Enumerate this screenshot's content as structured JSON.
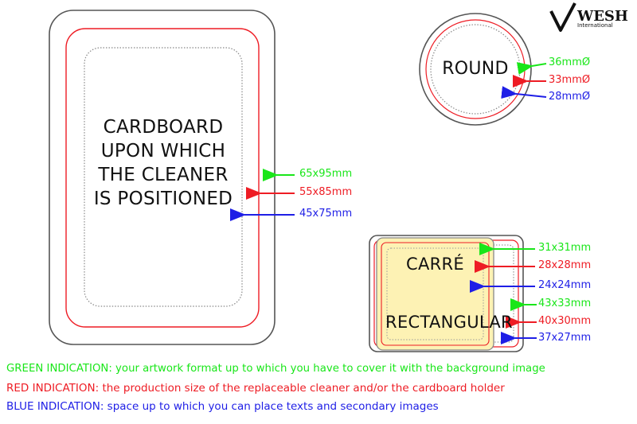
{
  "logo": {
    "name": "WESH",
    "sub": "International"
  },
  "colors": {
    "green": "#19e619",
    "red": "#ee1c24",
    "blue": "#1e1ee6"
  },
  "rect_card": {
    "label_lines": [
      "CARDBOARD",
      "UPON WHICH",
      "THE CLEANER",
      "IS POSITIONED"
    ],
    "dims": {
      "green": "65x95mm",
      "red": "55x85mm",
      "blue": "45x75mm"
    }
  },
  "round": {
    "label": "ROUND",
    "dims": {
      "green": "36mmØ",
      "red": "33mmØ",
      "blue": "28mmØ"
    }
  },
  "square": {
    "label": "CARRÉ",
    "dims": {
      "green": "31x31mm",
      "red": "28x28mm",
      "blue": "24x24mm"
    }
  },
  "rectangular": {
    "label": "RECTANGULAR",
    "dims": {
      "green": "43x33mm",
      "red": "40x30mm",
      "blue": "37x27mm"
    }
  },
  "legend": {
    "green": "GREEN INDICATION: your artwork format up to which you have to cover it with the background image",
    "red": "RED INDICATION: the production size of the replaceable cleaner and/or the cardboard holder",
    "blue": "BLUE INDICATION: space up to which you can place texts and secondary images"
  }
}
